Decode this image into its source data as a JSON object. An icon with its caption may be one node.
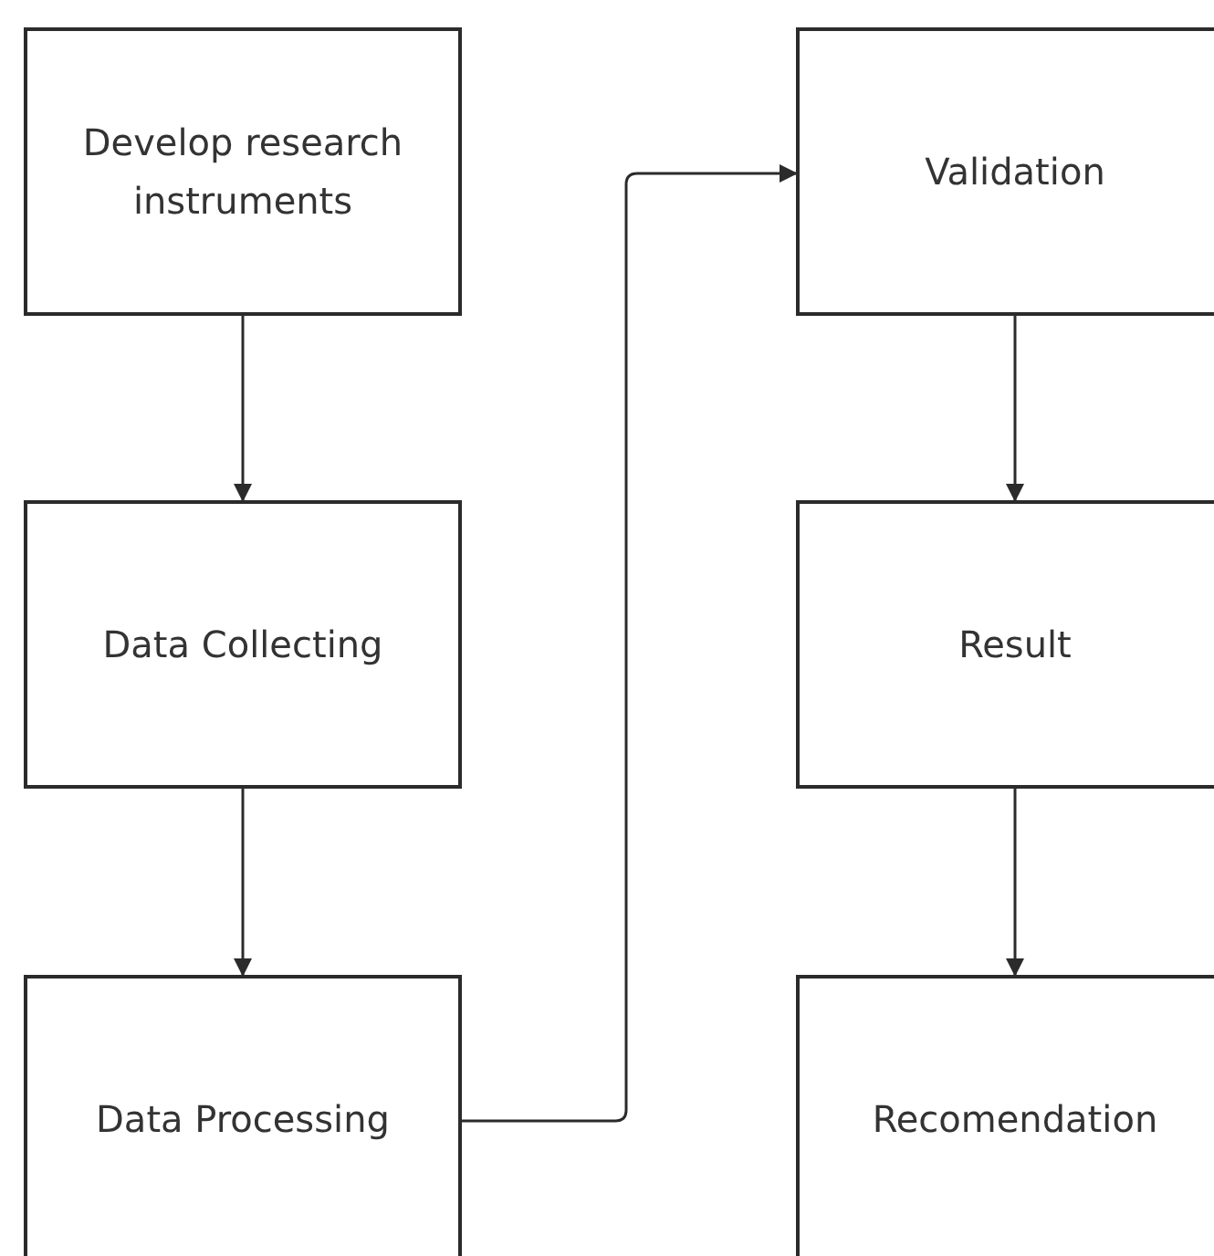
{
  "diagram": {
    "nodes": [
      {
        "text": [
          "Develop research instruments"
        ]
      },
      {
        "text": [
          "Data Collecting"
        ]
      },
      {
        "text": [
          "Data Processing"
        ]
      },
      {
        "text": [
          "Validation"
        ]
      },
      {
        "text": [
          "Result"
        ]
      },
      {
        "text": [
          "Recomendation"
        ]
      }
    ],
    "edges": [
      {
        "from": 0,
        "to": 1,
        "arrow": "to"
      },
      {
        "from": 1,
        "to": 2,
        "arrow": "to"
      },
      {
        "from": 2,
        "to": 3,
        "arrow": "to"
      },
      {
        "from": 3,
        "to": 4,
        "arrow": "to"
      },
      {
        "from": 4,
        "to": 5,
        "arrow": "to"
      }
    ]
  }
}
